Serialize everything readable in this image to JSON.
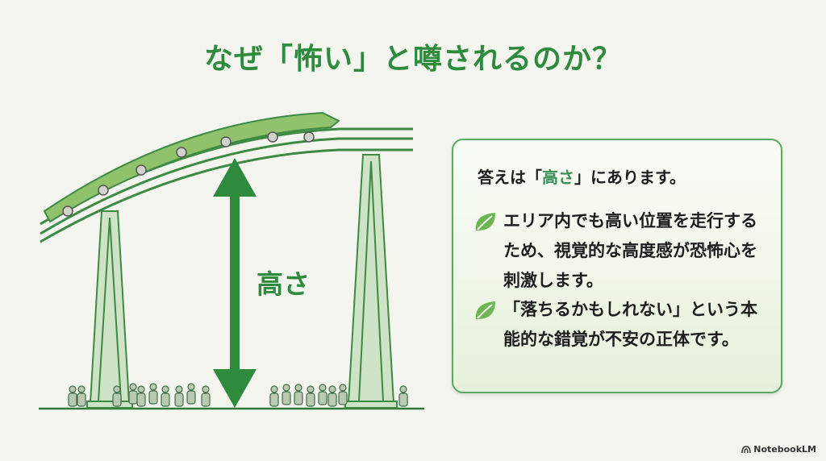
{
  "title": "なぜ「怖い」と噂されるのか？",
  "illustration": {
    "height_label": "高さ"
  },
  "card": {
    "lead_prefix": "答えは「",
    "lead_highlight": "高さ",
    "lead_suffix": "」にあります。",
    "bullets": [
      {
        "icon": "leaf-icon",
        "text": "エリア内でも高い位置を走行するため、視覚的な高度感が恐怖心を刺激します。"
      },
      {
        "icon": "leaf-icon",
        "text": "「落ちるかもしれない」という本能的な錯覚が不安の正体です。"
      }
    ]
  },
  "footer": {
    "brand": "NotebookLM"
  },
  "colors": {
    "accent": "#2e8b3e",
    "card_border": "#5aa861",
    "background": "#f4f5ef"
  }
}
